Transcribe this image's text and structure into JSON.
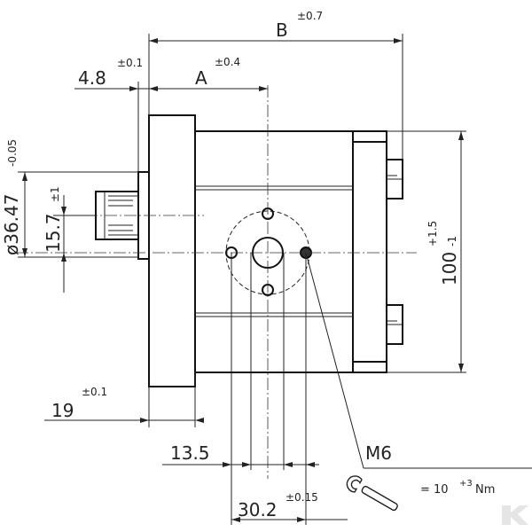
{
  "dimensions": {
    "b_label": "B",
    "b_tol": "±0.7",
    "a_label": "A",
    "a_tol": "±0.4",
    "flange_label": "4.8",
    "flange_tol": "±0.1",
    "diameter_label": "ø36.47",
    "diameter_tol": "-0.05",
    "shaft_label": "15.7",
    "shaft_tol": "±1",
    "length19_label": "19",
    "length19_tol": "±0.1",
    "height_label": "100",
    "height_tol_upper": "+1.5",
    "height_tol_lower": "-1",
    "port_offset_label": "13.5",
    "port_spacing_label": "30.2",
    "port_spacing_tol": "±0.15"
  },
  "annotations": {
    "thread_label": "M6",
    "torque_base": "= 10",
    "torque_exp": "+3",
    "torque_unit": "Nm"
  },
  "icons": [
    "wrench-icon",
    "logo-mark"
  ]
}
